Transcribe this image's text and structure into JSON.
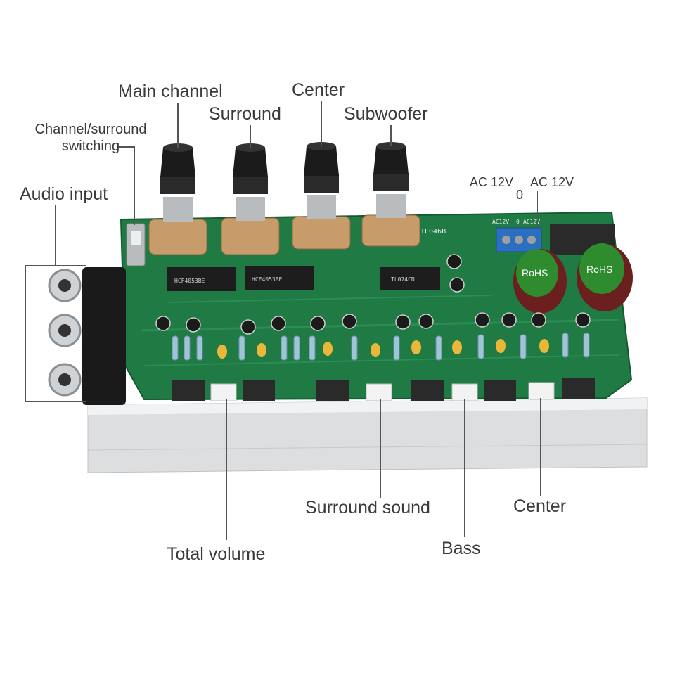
{
  "labels": {
    "main_channel": "Main channel",
    "surround": "Surround",
    "center_top": "Center",
    "subwoofer": "Subwoofer",
    "channel_switch_l1": "Channel/surround",
    "channel_switch_l2": "switching",
    "audio_input": "Audio input",
    "ac12v_left": "AC 12V",
    "zero": "0",
    "ac12v_right": "AC 12V",
    "surround_sound": "Surround sound",
    "center_bottom": "Center",
    "total_volume": "Total volume",
    "bass": "Bass"
  },
  "board": {
    "model": "TL046B",
    "chip1": "HCF4053BE",
    "chip2": "HCF4053BE",
    "chip3": "TL074CN",
    "terminal_left": "AC12V",
    "terminal_mid": "0",
    "terminal_right": "AC12V",
    "cap_mark": "RoHS"
  },
  "colors": {
    "pcb": "#1f7a44",
    "pcb_dark": "#145a31",
    "heatsink": "#d9dbdd",
    "terminal": "#2d6fbf",
    "cap": "#2e8b2e",
    "cap_sleeve": "#6b1f1f"
  }
}
